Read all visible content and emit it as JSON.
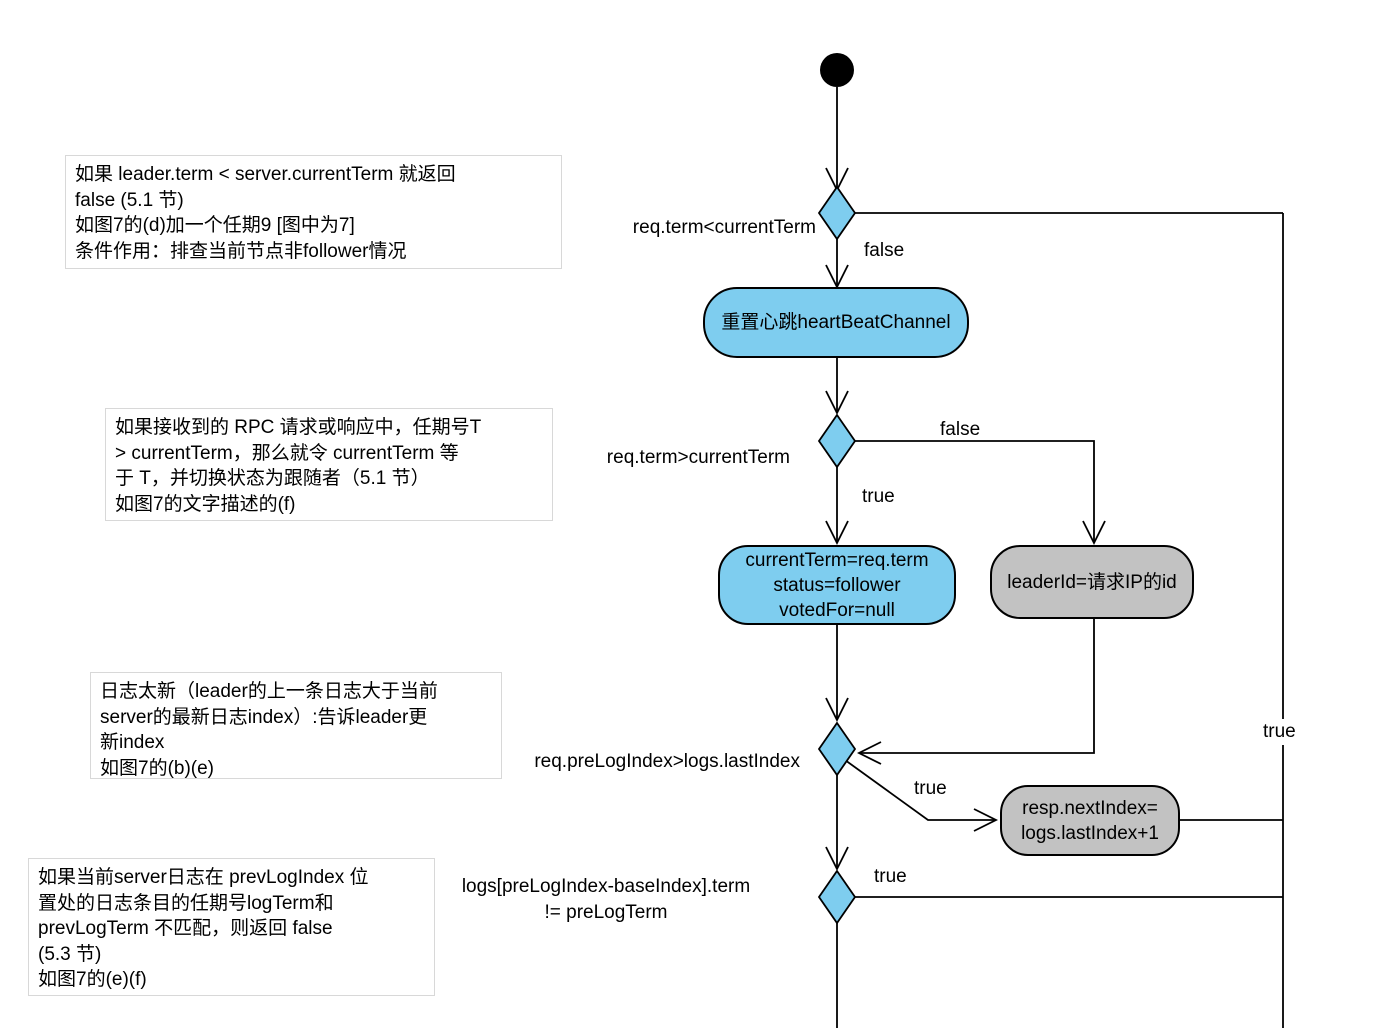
{
  "diagram": {
    "type": "activity-flowchart",
    "colors": {
      "node_blue": "#7ecdef",
      "node_gray": "#c2c2c2",
      "line": "#000000",
      "note_border": "#d8d8d8"
    },
    "notes": [
      {
        "text": "如果 leader.term < server.currentTerm 就返回\nfalse (5.1 节)\n如图7的(d)加一个任期9 [图中为7]\n条件作用：排查当前节点非follower情况"
      },
      {
        "text": "如果接收到的 RPC 请求或响应中，任期号T\n> currentTerm，那么就令 currentTerm 等\n于 T，并切换状态为跟随者（5.1 节）\n如图7的文字描述的(f)"
      },
      {
        "text": "日志太新（leader的上一条日志大于当前\nserver的最新日志index）:告诉leader更\n新index\n如图7的(b)(e)"
      },
      {
        "text": "如果当前server日志在 prevLogIndex 位\n置处的日志条目的任期号logTerm和\nprevLogTerm 不匹配，则返回 false\n(5.3 节)\n如图7的(e)(f)"
      }
    ],
    "decisions": [
      {
        "id": "d1",
        "label": "req.term<currentTerm"
      },
      {
        "id": "d2",
        "label": "req.term>currentTerm"
      },
      {
        "id": "d3",
        "label": "req.preLogIndex>logs.lastIndex"
      },
      {
        "id": "d4",
        "label": "logs[preLogIndex-baseIndex].term\n!= preLogTerm"
      }
    ],
    "nodes": {
      "reset_heartbeat": "重置心跳heartBeatChannel",
      "become_follower": "currentTerm=req.term\nstatus=follower\nvotedFor=null",
      "set_leader_id": "leaderId=请求IP的id",
      "resp_next_index": "resp.nextIndex=\nlogs.lastIndex+1"
    },
    "edge_labels": {
      "d1_false": "false",
      "d2_false": "false",
      "d2_true": "true",
      "d3_true": "true",
      "d4_true": "true",
      "rail_true": "true"
    }
  }
}
